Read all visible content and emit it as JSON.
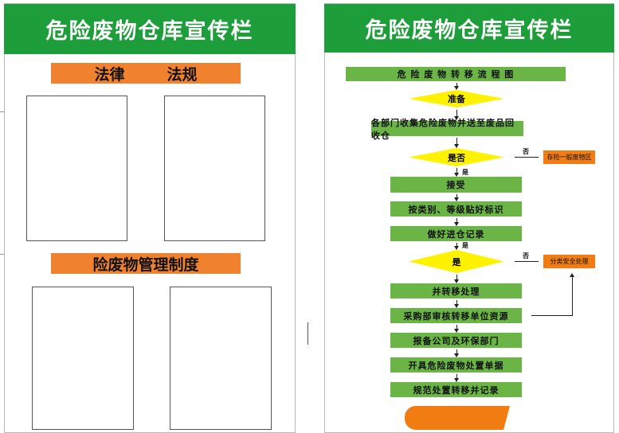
{
  "left_board": {
    "title": "危险废物仓库宣传栏",
    "section1": "法律        法规",
    "section2": "险废物管理制度"
  },
  "right_board": {
    "title": "危险废物仓库宣传栏",
    "flow_title": "危 险 废 物 转 移 流 程 图",
    "steps": {
      "prepare": "准备",
      "collect": "各部门收集危险废物并送至废品回收仓",
      "decision1": "是否",
      "no1": "否",
      "no1_target": "存险一般废物区",
      "yes1": "是",
      "accept": "接受",
      "label": "按类别、等级贴好标识",
      "record": "做好进仓记录",
      "yes2": "是",
      "decision2": "是",
      "no2": "否",
      "no2_target": "分类安全处理",
      "transfer": "并转移处理",
      "review": "采购部审核转移单位资源",
      "report": "报备公司及环保部门",
      "issue": "开具危险废物处置单据",
      "standard": "规范处置转移并记录"
    }
  },
  "colors": {
    "green": "#1e9e3a",
    "flow_green": "#6ab545",
    "orange": "#f0822f",
    "yellow": "#fff200"
  }
}
